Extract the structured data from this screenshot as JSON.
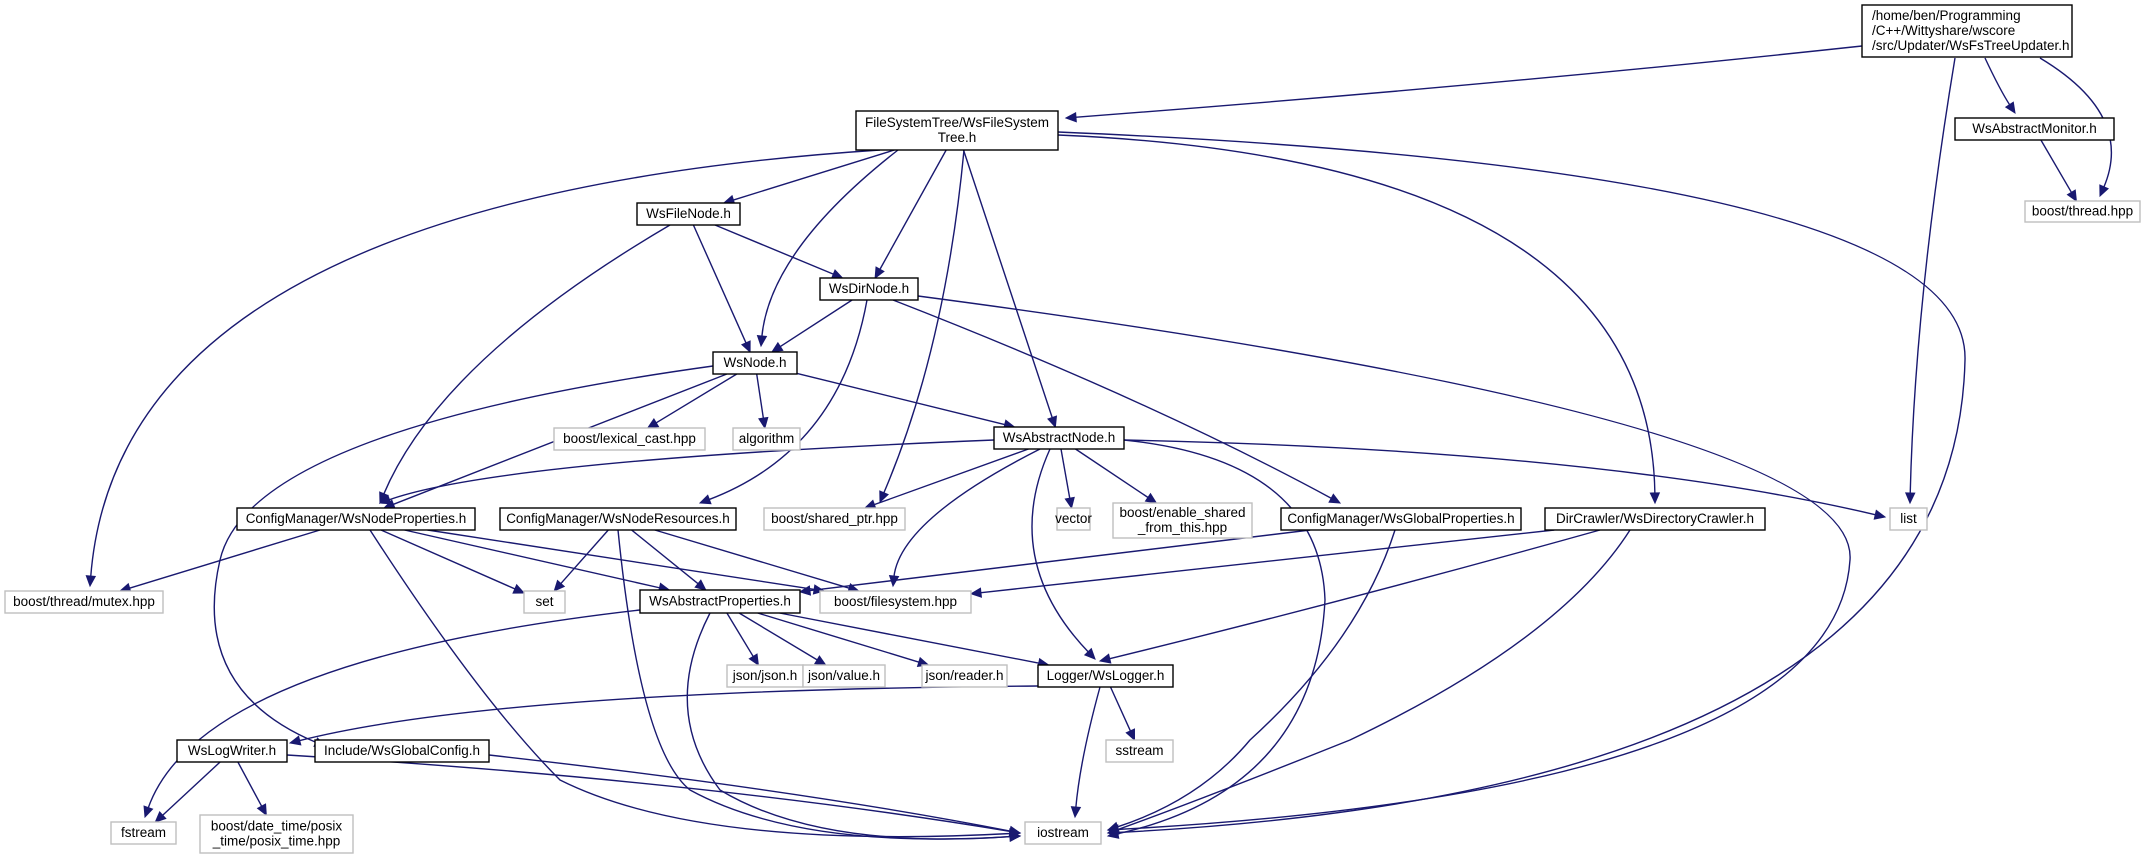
{
  "nodes": {
    "root": {
      "lines": [
        "/home/ben/Programming",
        "/C++/Wittyshare/wscore",
        "/src/Updater/WsFsTreeUpdater.h"
      ],
      "kind": "root"
    },
    "fstree": {
      "lines": [
        "FileSystemTree/WsFileSystem",
        "Tree.h"
      ],
      "kind": "documented"
    },
    "absmonitor": {
      "lines": [
        "WsAbstractMonitor.h"
      ],
      "kind": "documented"
    },
    "boostthread": {
      "lines": [
        "boost/thread.hpp"
      ],
      "kind": "external"
    },
    "filenode": {
      "lines": [
        "WsFileNode.h"
      ],
      "kind": "documented"
    },
    "dirnode": {
      "lines": [
        "WsDirNode.h"
      ],
      "kind": "documented"
    },
    "node": {
      "lines": [
        "WsNode.h"
      ],
      "kind": "documented"
    },
    "lexical": {
      "lines": [
        "boost/lexical_cast.hpp"
      ],
      "kind": "external"
    },
    "algorithm": {
      "lines": [
        "algorithm"
      ],
      "kind": "external"
    },
    "absnode": {
      "lines": [
        "WsAbstractNode.h"
      ],
      "kind": "documented"
    },
    "vector": {
      "lines": [
        "vector"
      ],
      "kind": "external"
    },
    "enableshared": {
      "lines": [
        "boost/enable_shared",
        "_from_this.hpp"
      ],
      "kind": "external"
    },
    "sharedptr": {
      "lines": [
        "boost/shared_ptr.hpp"
      ],
      "kind": "external"
    },
    "nodeprops": {
      "lines": [
        "ConfigManager/WsNodeProperties.h"
      ],
      "kind": "documented"
    },
    "noderes": {
      "lines": [
        "ConfigManager/WsNodeResources.h"
      ],
      "kind": "documented"
    },
    "globalprops": {
      "lines": [
        "ConfigManager/WsGlobalProperties.h"
      ],
      "kind": "documented"
    },
    "dircrawler": {
      "lines": [
        "DirCrawler/WsDirectoryCrawler.h"
      ],
      "kind": "documented"
    },
    "list": {
      "lines": [
        "list"
      ],
      "kind": "external"
    },
    "mutex": {
      "lines": [
        "boost/thread/mutex.hpp"
      ],
      "kind": "external"
    },
    "set": {
      "lines": [
        "set"
      ],
      "kind": "external"
    },
    "absprops": {
      "lines": [
        "WsAbstractProperties.h"
      ],
      "kind": "documented"
    },
    "filesystem": {
      "lines": [
        "boost/filesystem.hpp"
      ],
      "kind": "external"
    },
    "jsonjson": {
      "lines": [
        "json/json.h"
      ],
      "kind": "external"
    },
    "jsonvalue": {
      "lines": [
        "json/value.h"
      ],
      "kind": "external"
    },
    "jsonreader": {
      "lines": [
        "json/reader.h"
      ],
      "kind": "external"
    },
    "logger": {
      "lines": [
        "Logger/WsLogger.h"
      ],
      "kind": "documented"
    },
    "sstream": {
      "lines": [
        "sstream"
      ],
      "kind": "external"
    },
    "logwriter": {
      "lines": [
        "WsLogWriter.h"
      ],
      "kind": "documented"
    },
    "globalconfig": {
      "lines": [
        "Include/WsGlobalConfig.h"
      ],
      "kind": "documented"
    },
    "fstream": {
      "lines": [
        "fstream"
      ],
      "kind": "external"
    },
    "posixtime": {
      "lines": [
        "boost/date_time/posix",
        "_time/posix_time.hpp"
      ],
      "kind": "external"
    },
    "iostream": {
      "lines": [
        "iostream"
      ],
      "kind": "external"
    }
  },
  "edges": [
    [
      "root",
      "fstree"
    ],
    [
      "root",
      "absmonitor"
    ],
    [
      "root",
      "boostthread"
    ],
    [
      "root",
      "list"
    ],
    [
      "absmonitor",
      "boostthread"
    ],
    [
      "fstree",
      "filenode"
    ],
    [
      "fstree",
      "dirnode"
    ],
    [
      "fstree",
      "node"
    ],
    [
      "fstree",
      "absnode"
    ],
    [
      "fstree",
      "sharedptr"
    ],
    [
      "fstree",
      "mutex"
    ],
    [
      "fstree",
      "dircrawler"
    ],
    [
      "fstree",
      "iostream"
    ],
    [
      "filenode",
      "dirnode"
    ],
    [
      "filenode",
      "node"
    ],
    [
      "filenode",
      "nodeprops"
    ],
    [
      "dirnode",
      "node"
    ],
    [
      "dirnode",
      "noderes"
    ],
    [
      "dirnode",
      "globalprops"
    ],
    [
      "dirnode",
      "iostream"
    ],
    [
      "node",
      "lexical"
    ],
    [
      "node",
      "algorithm"
    ],
    [
      "node",
      "absnode"
    ],
    [
      "node",
      "nodeprops"
    ],
    [
      "node",
      "globalconfig"
    ],
    [
      "absnode",
      "nodeprops"
    ],
    [
      "absnode",
      "sharedptr"
    ],
    [
      "absnode",
      "vector"
    ],
    [
      "absnode",
      "enableshared"
    ],
    [
      "absnode",
      "filesystem"
    ],
    [
      "absnode",
      "logger"
    ],
    [
      "absnode",
      "list"
    ],
    [
      "absnode",
      "iostream"
    ],
    [
      "nodeprops",
      "mutex"
    ],
    [
      "nodeprops",
      "set"
    ],
    [
      "nodeprops",
      "absprops"
    ],
    [
      "nodeprops",
      "filesystem"
    ],
    [
      "nodeprops",
      "iostream"
    ],
    [
      "noderes",
      "set"
    ],
    [
      "noderes",
      "absprops"
    ],
    [
      "noderes",
      "filesystem"
    ],
    [
      "noderes",
      "iostream"
    ],
    [
      "globalprops",
      "absprops"
    ],
    [
      "globalprops",
      "iostream"
    ],
    [
      "dircrawler",
      "filesystem"
    ],
    [
      "dircrawler",
      "logger"
    ],
    [
      "dircrawler",
      "iostream"
    ],
    [
      "absprops",
      "jsonjson"
    ],
    [
      "absprops",
      "jsonvalue"
    ],
    [
      "absprops",
      "jsonreader"
    ],
    [
      "absprops",
      "logger"
    ],
    [
      "absprops",
      "fstream"
    ],
    [
      "absprops",
      "iostream"
    ],
    [
      "logger",
      "sstream"
    ],
    [
      "logger",
      "logwriter"
    ],
    [
      "logger",
      "iostream"
    ],
    [
      "logwriter",
      "fstream"
    ],
    [
      "logwriter",
      "posixtime"
    ],
    [
      "logwriter",
      "iostream"
    ],
    [
      "globalconfig",
      "iostream"
    ]
  ],
  "colors": {
    "edge": "#191970",
    "root_fill": "#bfbfbf",
    "documented_border": "#000000",
    "external_border": "#bfbfbf"
  }
}
